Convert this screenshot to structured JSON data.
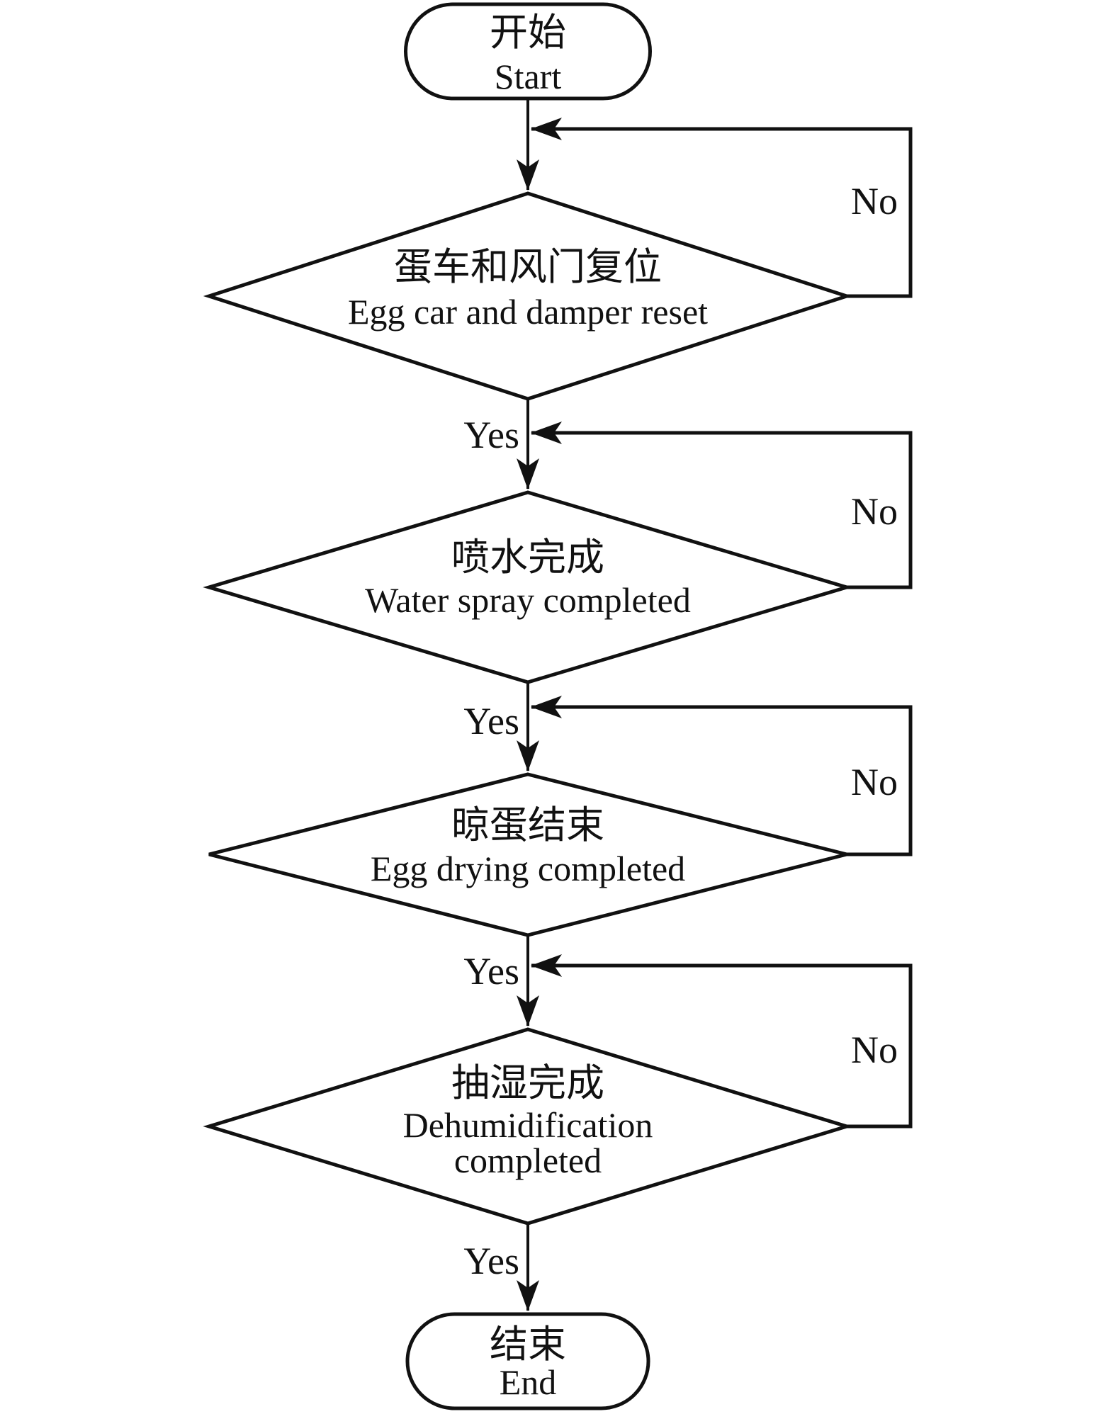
{
  "diagram": {
    "type": "flowchart",
    "background_color": "#ffffff",
    "line_color": "#111111"
  },
  "terminators": {
    "start": {
      "zh": "开始",
      "en": "Start"
    },
    "end": {
      "zh": "结束",
      "en": "End"
    }
  },
  "decisions": [
    {
      "zh": "蛋车和风门复位",
      "en": "Egg car and damper reset"
    },
    {
      "zh": "喷水完成",
      "en": "Water spray completed"
    },
    {
      "zh": "晾蛋结束",
      "en": "Egg drying completed"
    },
    {
      "zh": "抽湿完成",
      "en_line1": "Dehumidification",
      "en_line2": "completed"
    }
  ],
  "labels": {
    "yes": "Yes",
    "no": "No"
  }
}
